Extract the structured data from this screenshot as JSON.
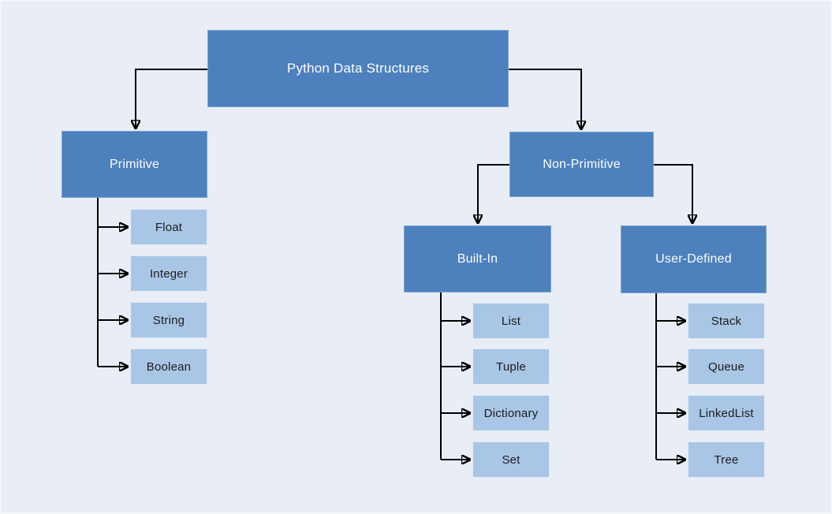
{
  "diagram": {
    "type": "tree",
    "background_color": "#e9edf5",
    "colors": {
      "branch_node_fill": "#4d81bd",
      "branch_node_text": "#ffffff",
      "leaf_node_fill": "#a9c6e6",
      "leaf_node_text": "#1c1c1c",
      "connector": "#000000"
    },
    "nodes": {
      "root": "Python Data Structures",
      "primitive": "Primitive",
      "non_primitive": "Non-Primitive",
      "built_in": "Built-In",
      "user_defined": "User-Defined"
    },
    "primitive_children": [
      "Float",
      "Integer",
      "String",
      "Boolean"
    ],
    "built_in_children": [
      "List",
      "Tuple",
      "Dictionary",
      "Set"
    ],
    "user_defined_children": [
      "Stack",
      "Queue",
      "LinkedList",
      "Tree"
    ]
  }
}
